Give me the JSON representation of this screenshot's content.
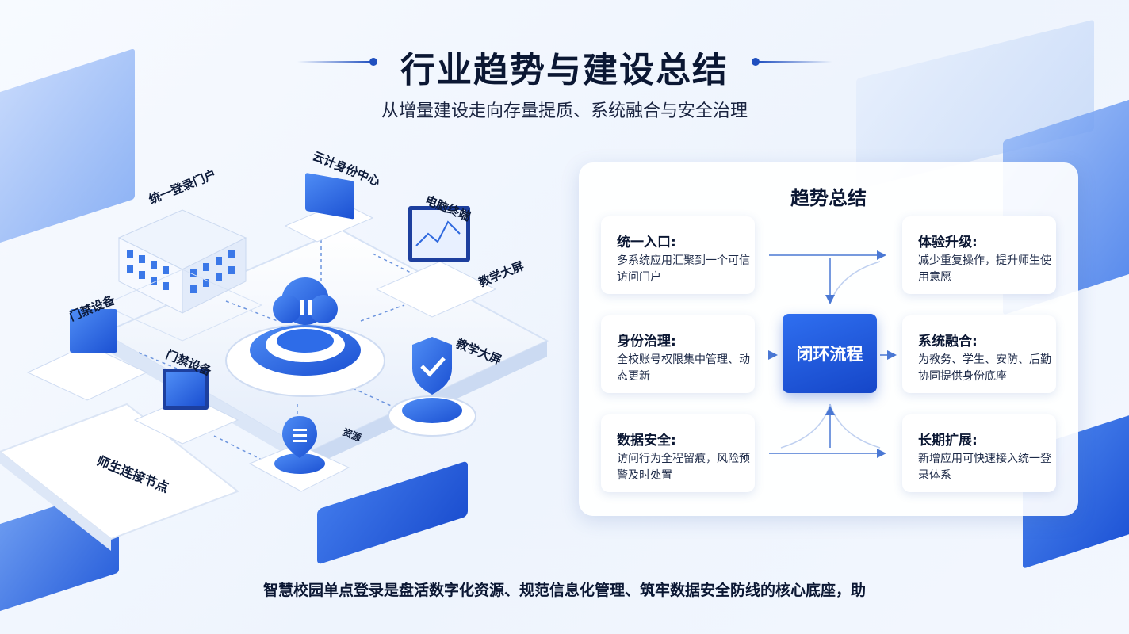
{
  "title": "行业趋势与建设总结",
  "subtitle": "从增量建设走向存量提质、系统融合与安全治理",
  "illustration": {
    "labels": {
      "portal": "统一登录门户",
      "identity_center": "云计身份中心",
      "pc_terminal": "电脑终端",
      "big_screen_1": "教学大屏",
      "access_device_1": "门禁设备",
      "access_device_2": "门禁设备",
      "big_screen_2": "教学大屏",
      "node": "师生连接节点",
      "small_tag": "资源"
    }
  },
  "summary": {
    "title": "趋势总结",
    "center": "闭环流程",
    "cards": [
      {
        "title": "统一入口:",
        "desc": "多系统应用汇聚到一个可信访问门户"
      },
      {
        "title": "体验升级:",
        "desc": "减少重复操作，提升师生使用意愿"
      },
      {
        "title": "身份治理:",
        "desc": "全校账号权限集中管理、动态更新"
      },
      {
        "title": "系统融合:",
        "desc": "为教务、学生、安防、后勤协同提供身份底座"
      },
      {
        "title": "数据安全:",
        "desc": "访问行为全程留痕，风险预警及时处置"
      },
      {
        "title": "长期扩展:",
        "desc": "新增应用可快速接入统一登录体系"
      }
    ]
  },
  "footer": "智慧校园单点登录是盘活数字化资源、规范信息化管理、筑牢数据安全防线的核心底座，助",
  "colors": {
    "accent": "#1f55d6",
    "dark": "#0b1733"
  }
}
